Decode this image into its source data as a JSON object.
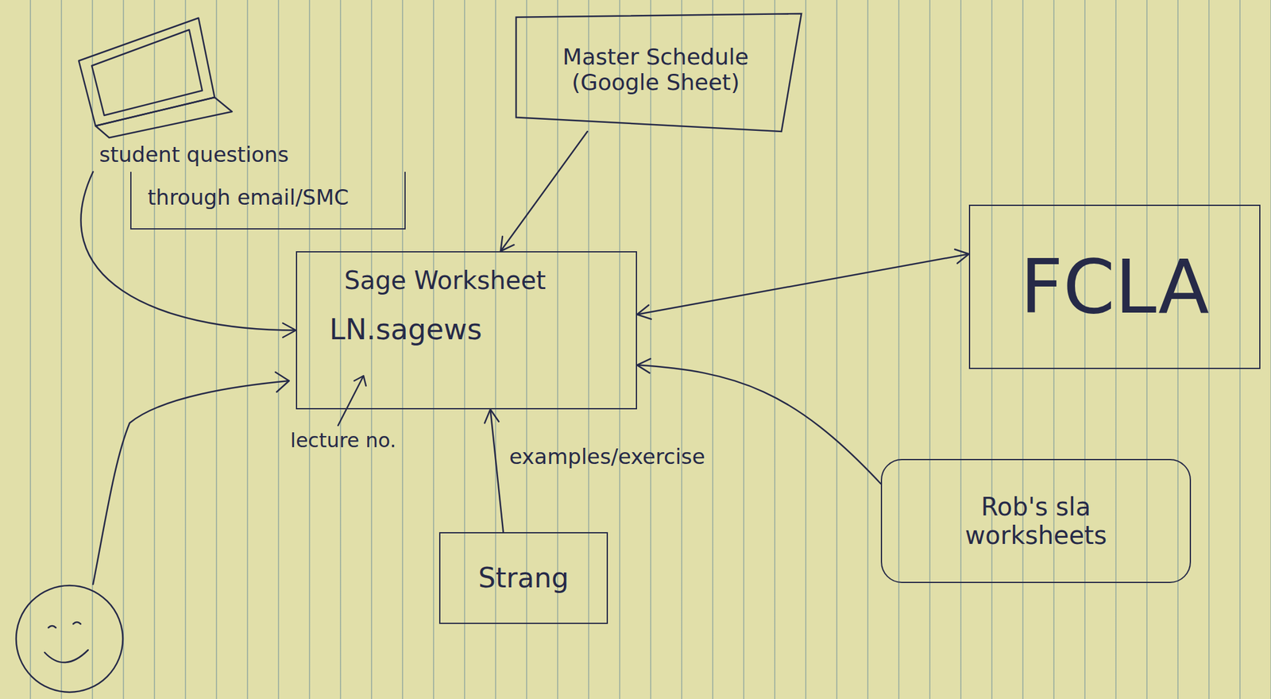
{
  "diagram": {
    "nodes": [
      {
        "text": [
          "Master Schedule (Google Sheet)"
        ]
      },
      {
        "text": [
          "student questions",
          "through email/SMC"
        ]
      },
      {
        "text": [
          "FCLA"
        ]
      },
      {
        "text": [
          "Sage Worksheet",
          "LN.sagews"
        ]
      },
      {
        "text": [
          "Rob's sla worksheets"
        ]
      },
      {
        "text": [
          "Strang"
        ]
      }
    ],
    "edges": [
      {
        "from": 1,
        "to": 3,
        "arrow": "to"
      },
      {
        "from": 0,
        "to": 3,
        "arrow": "to"
      },
      {
        "from": 3,
        "to": 2,
        "arrow": "both"
      },
      {
        "from": 5,
        "to": 3,
        "label": "examples/exercise",
        "arrow": "to"
      },
      {
        "from": 4,
        "to": 3,
        "arrow": "to"
      }
    ],
    "labels": [
      "lecture no."
    ]
  }
}
